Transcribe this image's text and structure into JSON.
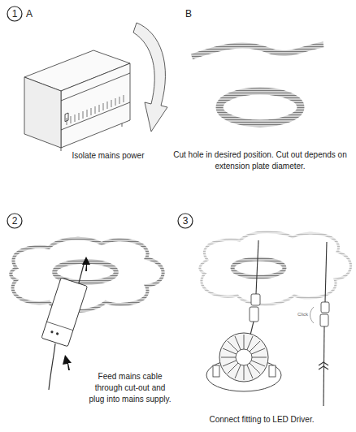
{
  "diagram": {
    "nodes": [
      {
        "text": [
          "1"
        ]
      },
      {
        "text": [
          "2"
        ]
      },
      {
        "text": [
          "3"
        ]
      }
    ],
    "labels": [
      "A",
      "B",
      "Isolate mains power",
      "Cut hole in desired position. Cut out depends on extension plate diameter.",
      "Feed mains cable through cut-out and plug into mains supply.",
      "Connect fitting to LED Driver.",
      "Click"
    ]
  }
}
